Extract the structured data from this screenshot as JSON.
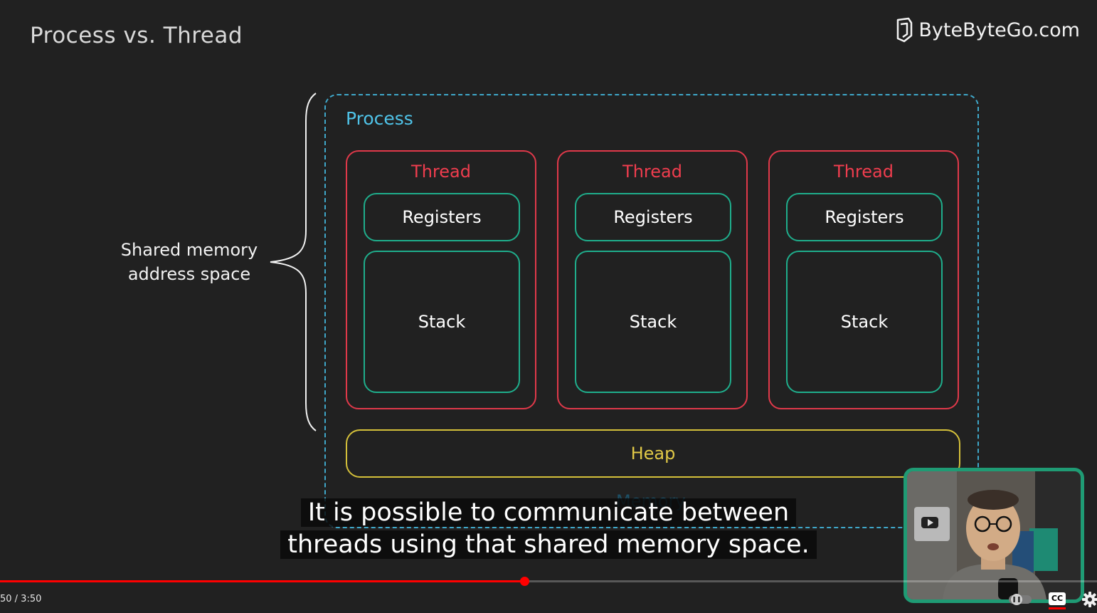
{
  "slide": {
    "title": "Process vs. Thread",
    "brand": "ByteByteGo.com",
    "shared_label_line1": "Shared memory",
    "shared_label_line2": "address space",
    "process_label": "Process",
    "threads": [
      {
        "title": "Thread",
        "registers": "Registers",
        "stack": "Stack"
      },
      {
        "title": "Thread",
        "registers": "Registers",
        "stack": "Stack"
      },
      {
        "title": "Thread",
        "registers": "Registers",
        "stack": "Stack"
      }
    ],
    "heap_label": "Heap",
    "memory_label": "Memory"
  },
  "subtitles": {
    "line1": "It is possible to communicate between",
    "line2": "threads using that shared memory space."
  },
  "player": {
    "time": "50 / 3:50",
    "progress_fraction": 0.478,
    "cc_label": "CC"
  },
  "colors": {
    "background": "#212121",
    "process": "#3fa7c9",
    "thread": "#e0394a",
    "registers_stack": "#1fae8c",
    "heap": "#d4c03a",
    "progress": "#ff0000"
  }
}
